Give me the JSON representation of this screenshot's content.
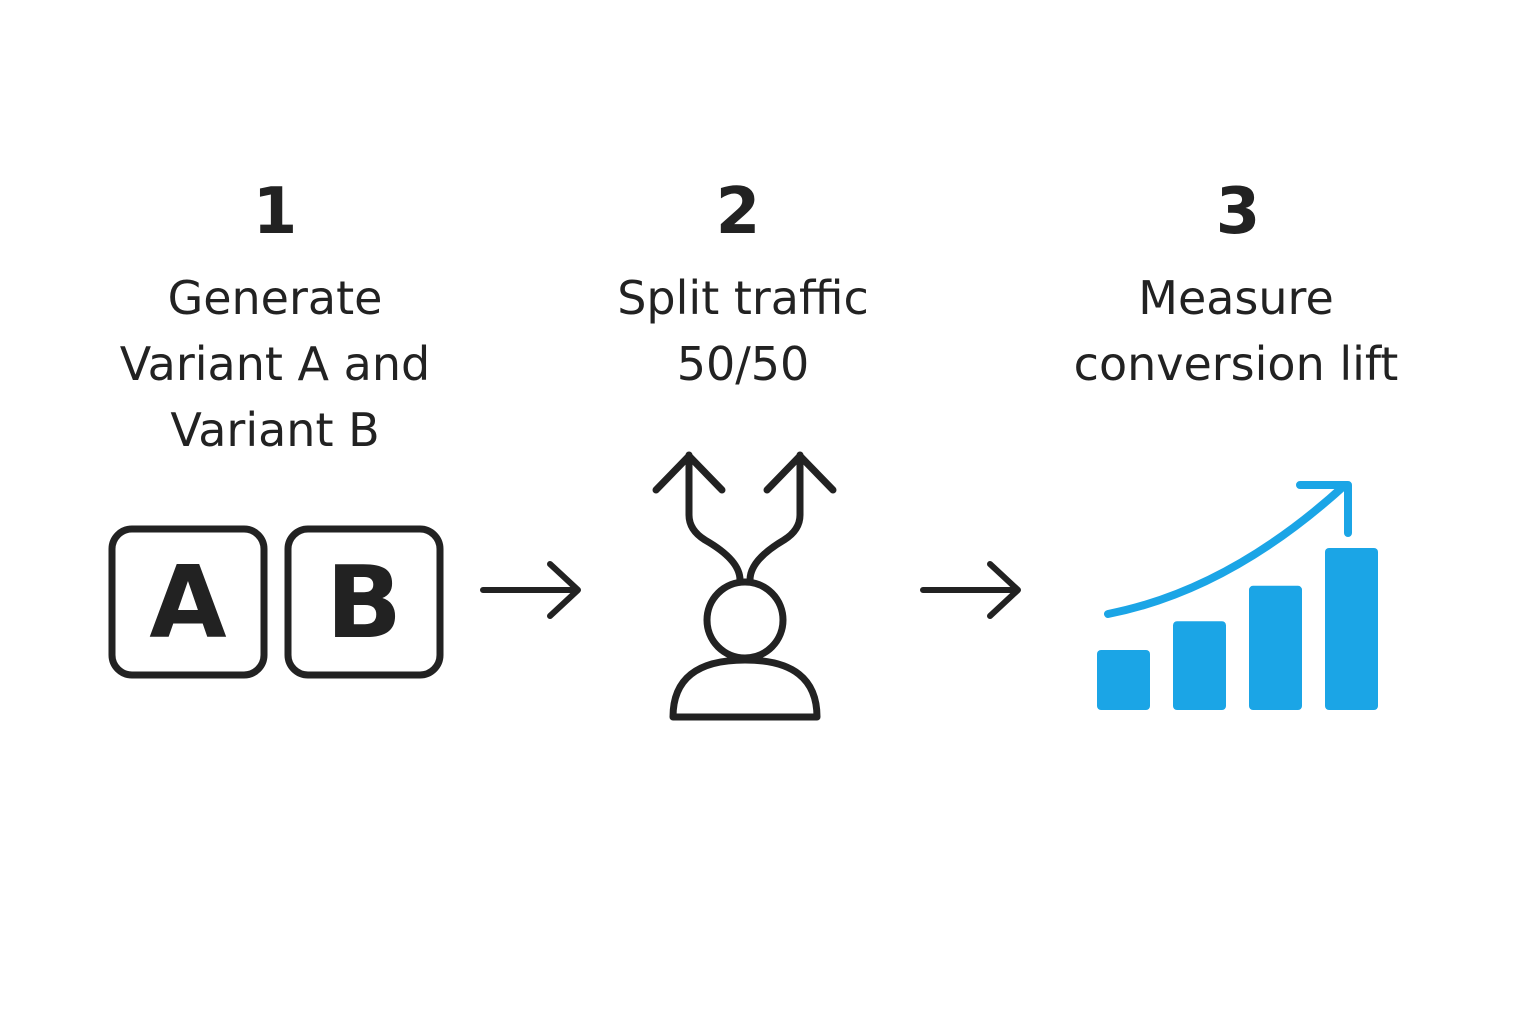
{
  "steps": [
    {
      "number": "1",
      "label_lines": [
        "Generate",
        "Variant A and",
        "Variant B"
      ],
      "icon": "ab-variants-icon",
      "variant_a": "A",
      "variant_b": "B"
    },
    {
      "number": "2",
      "label_lines": [
        "Split traffic",
        "50/50"
      ],
      "icon": "split-traffic-icon"
    },
    {
      "number": "3",
      "label_lines": [
        "Measure",
        "conversion lift"
      ],
      "icon": "growth-chart-icon"
    }
  ],
  "connectors": [
    "arrow-right-icon",
    "arrow-right-icon"
  ],
  "colors": {
    "ink": "#222222",
    "accent": "#1ba5e6",
    "background": "#ffffff"
  },
  "growth_bars_relative": [
    1,
    1.48,
    2.07,
    2.7
  ]
}
